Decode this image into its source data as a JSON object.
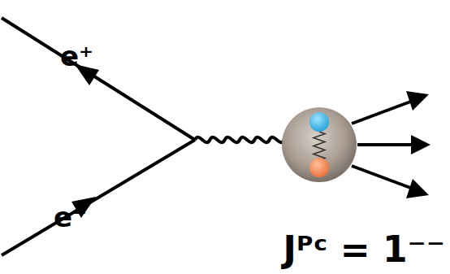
{
  "diagram": {
    "labels": [
      "e⁺",
      "e⁻",
      "Jᴾᶜ = 1⁻⁻"
    ]
  }
}
